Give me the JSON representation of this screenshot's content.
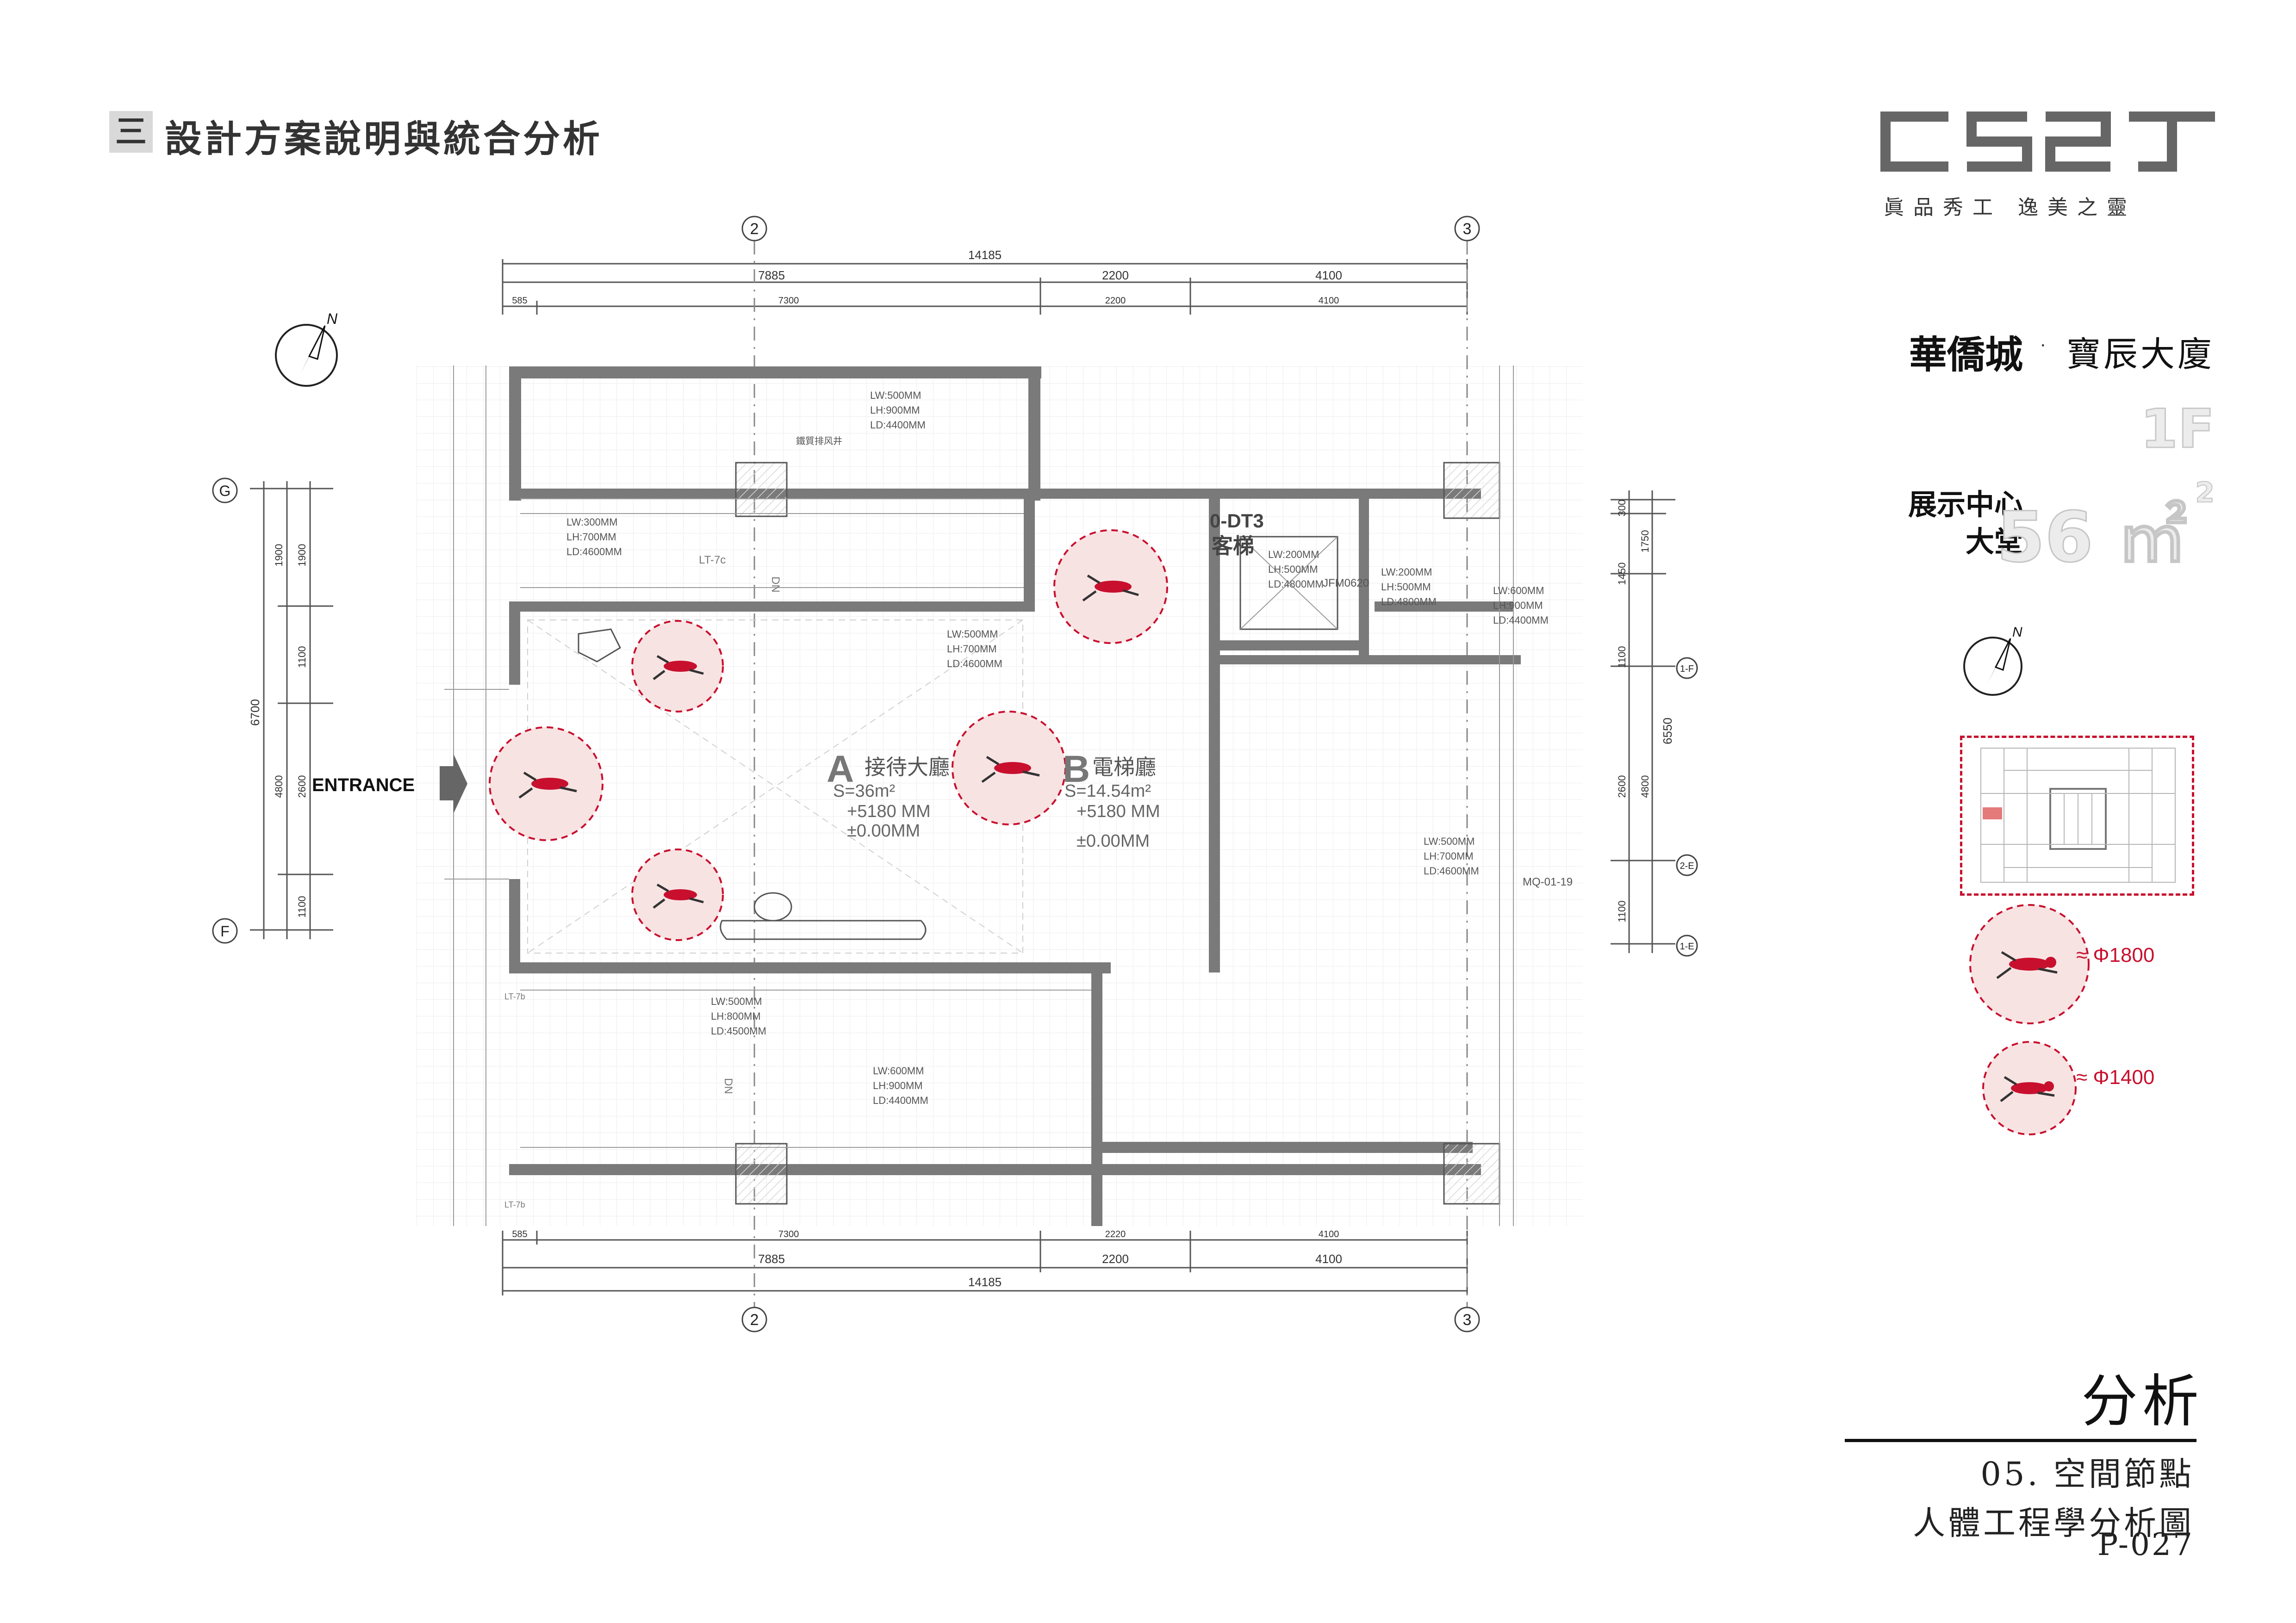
{
  "header": {
    "section_number": "三",
    "section_title": "設計方案說明與統合分析"
  },
  "logo": {
    "slogan": "眞品秀工 逸美之靈"
  },
  "project": {
    "name_main": "華僑城",
    "separator": "·",
    "name_sub": "寶辰大廈",
    "floor": "1F"
  },
  "space": {
    "line1": "展示中心",
    "line2": "大堂",
    "area_value": "56 ㎡",
    "area_unit": "2"
  },
  "plan": {
    "top_dims": {
      "total": "14185",
      "row1": [
        "7885",
        "2200",
        "4100"
      ],
      "row2": [
        "585",
        "7300",
        "2200",
        "4100"
      ]
    },
    "bottom_dims": {
      "total": "14185",
      "row1": [
        "7885",
        "2200",
        "4100"
      ],
      "row2": [
        "585",
        "7300",
        "2220",
        "4100"
      ]
    },
    "axis_labels": {
      "col_2": "2",
      "col_3": "3",
      "row_g": "G",
      "row_f": "F",
      "row_1f": "1-F",
      "row_2e": "2-E",
      "row_1e": "1-E"
    },
    "left_dims": {
      "total": "6700",
      "a": "1900",
      "b": "1900",
      "c": "1100",
      "d": "4800",
      "e": "2600",
      "f": "1100"
    },
    "right_dims": {
      "total": "6550",
      "a": "300",
      "b": "1750",
      "c": "1450",
      "d": "1100",
      "e": "4800",
      "f": "2600",
      "g": "1100"
    },
    "entrance": "ENTRANCE",
    "zone_a": {
      "letter": "A",
      "name": "接待大廳",
      "area": "S=36m²",
      "h1": "+5180 MM",
      "h2": "±0.00MM"
    },
    "zone_b": {
      "letter": "B",
      "name": "電梯廳",
      "area": "S=14.54m²",
      "h1": "+5180 MM",
      "h2": "±0.00MM"
    },
    "elevator": {
      "code": "0-DT3",
      "name": "客梯"
    },
    "tags": [
      {
        "lw": "LW:500MM",
        "lh": "LH:900MM",
        "ld": "LD:4400MM"
      },
      {
        "lw": "LW:300MM",
        "lh": "LH:700MM",
        "ld": "LD:4600MM"
      },
      {
        "lw": "LW:500MM",
        "lh": "LH:700MM",
        "ld": "LD:4600MM"
      },
      {
        "lw": "LW:200MM",
        "lh": "LH:500MM",
        "ld": "LD:4800MM"
      },
      {
        "lw": "LW:200MM",
        "lh": "LH:500MM",
        "ld": "LD:4800MM"
      },
      {
        "lw": "LW:600MM",
        "lh": "LH:900MM",
        "ld": "LD:4400MM"
      },
      {
        "lw": "LW:500MM",
        "lh": "LH:700MM",
        "ld": "LD:4600MM"
      },
      {
        "lw": "LW:500MM",
        "lh": "LH:800MM",
        "ld": "LD:4500MM"
      },
      {
        "lw": "LW:600MM",
        "lh": "LH:900MM",
        "ld": "LD:4400MM"
      }
    ],
    "misc": {
      "lt7c": "LT-7c",
      "dn1": "DN",
      "dn2": "DN",
      "jfm": "JFM0620",
      "mq": "MQ-01-19",
      "lt7b1": "LT-7b",
      "lt7b2": "LT-7b",
      "duct": "鐵質排风井"
    }
  },
  "legend": [
    {
      "label": "≈ Φ1800"
    },
    {
      "label": "≈ Φ1400"
    }
  ],
  "colors": {
    "accent_red": "#c8102e",
    "zone_fill": "#f6dede",
    "wall": "#7a7a7a"
  },
  "footer": {
    "title": "分析",
    "line1": "05. 空間節點",
    "line2": "人體工程學分析圖",
    "page": "P-027"
  }
}
